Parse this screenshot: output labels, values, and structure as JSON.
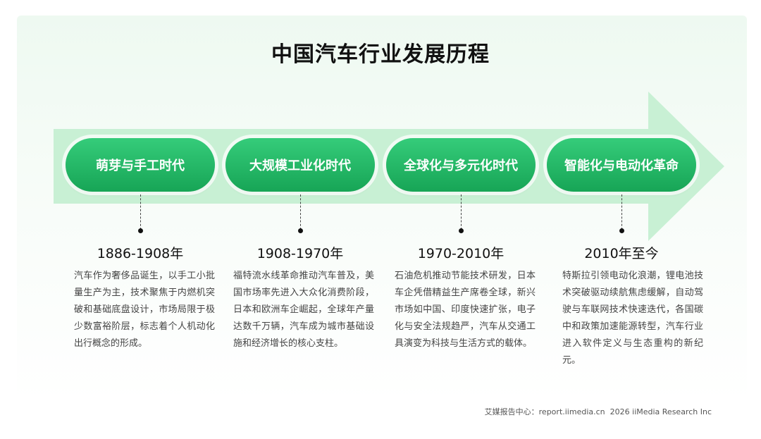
{
  "title": "中国汽车行业发展历程",
  "colors": {
    "accent": "#1fb463",
    "arrow": "#c8f0d4",
    "panel_bg": "#eef9f1"
  },
  "stages": [
    {
      "label": "萌芽与手工时代",
      "era": "1886-1908年",
      "description": "汽车作为奢侈品诞生，以手工小批量生产为主，技术聚焦于内燃机突破和基础底盘设计，市场局限于极少数富裕阶层，标志着个人机动化出行概念的形成。"
    },
    {
      "label": "大规模工业化时代",
      "era": "1908-1970年",
      "description": "福特流水线革命推动汽车普及，美国市场率先进入大众化消费阶段，日本和欧洲车企崛起，全球年产量达数千万辆，汽车成为城市基础设施和经济增长的核心支柱。"
    },
    {
      "label": "全球化与多元化时代",
      "era": "1970-2010年",
      "description": "石油危机推动节能技术研发，日本车企凭借精益生产席卷全球，新兴市场如中国、印度快速扩张，电子化与安全法规趋严，汽车从交通工具演变为科技与生活方式的载体。"
    },
    {
      "label": "智能化与电动化革命",
      "era": "2010年至今",
      "description": "特斯拉引领电动化浪潮，锂电池技术突破驱动续航焦虑缓解，自动驾驶与车联网技术快速迭代，各国碳中和政策加速能源转型，汽车行业进入软件定义与生态重构的新纪元。"
    }
  ],
  "footer": {
    "source": "艾媒报告中心：report.iimedia.cn",
    "copyright": "2026 iiMedia Research Inc"
  }
}
